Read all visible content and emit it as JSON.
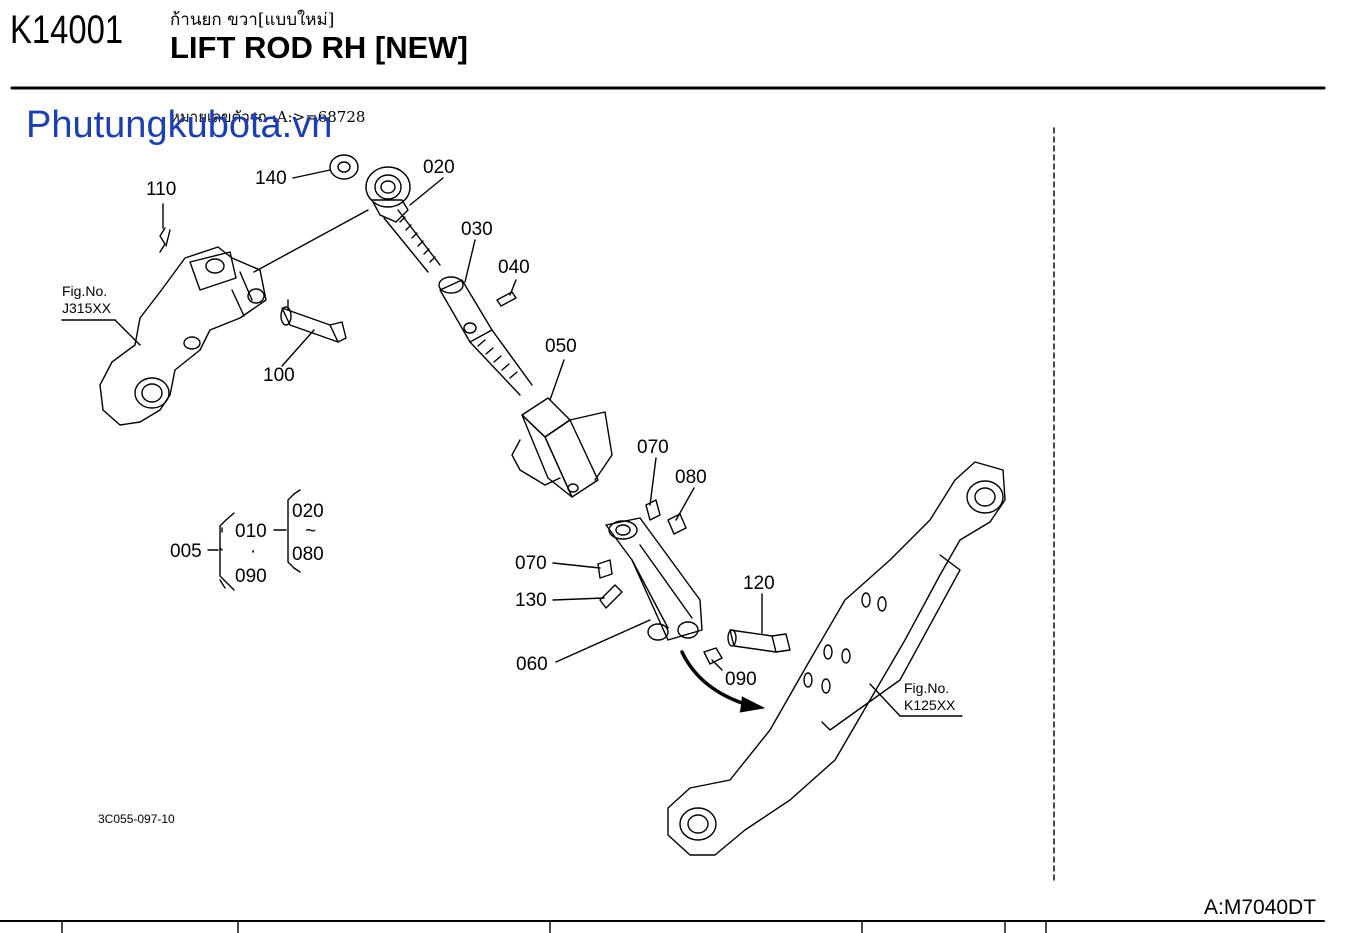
{
  "header": {
    "code": "K14001",
    "title_thai": "ก้านยก ขวา[แบบใหม่]",
    "title_en": "LIFT ROD RH [NEW]",
    "serial_note": "หมายเลขตัวรถ :A:>=68728"
  },
  "watermark": "Phutungkubota.vn",
  "model": "A:M7040DT",
  "drawing_code": "3C055-097-10",
  "callouts": {
    "p005": "005",
    "p010": "010",
    "p020": "020",
    "p020b": "020",
    "tilde": "~",
    "dot": "·",
    "p030": "030",
    "p040": "040",
    "p050": "050",
    "p060": "060",
    "p070a": "070",
    "p070b": "070",
    "p080a": "080",
    "p080b": "080",
    "p090a": "090",
    "p090b": "090",
    "p100": "100",
    "p110": "110",
    "p120": "120",
    "p130": "130",
    "p140": "140"
  },
  "fig_refs": {
    "left_label": "Fig.No.",
    "left_code": "J315XX",
    "right_label": "Fig.No.",
    "right_code": "K125XX"
  }
}
